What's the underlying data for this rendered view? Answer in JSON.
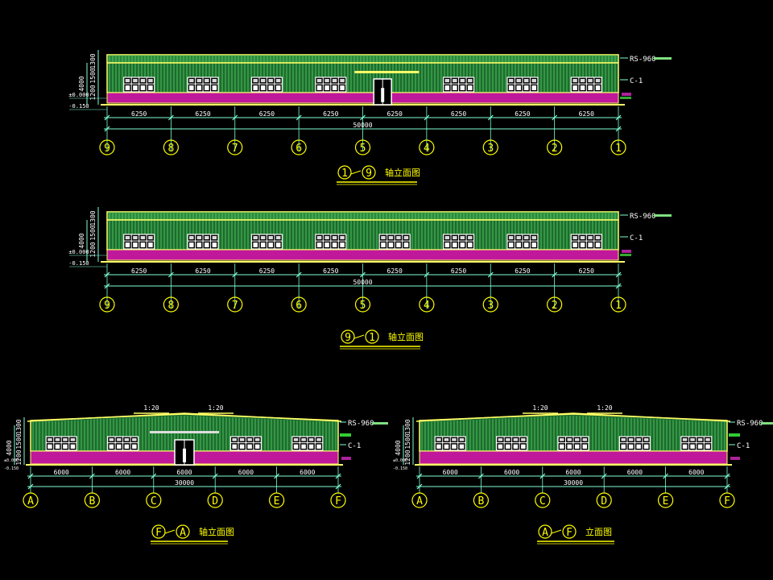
{
  "colors": {
    "background": "#000000",
    "wall_fill": "#1f6a2f",
    "wall_rib": "#47c75a",
    "outline": "#ffff66",
    "plinth": "#c0189b",
    "window": "#ffffff",
    "text": "#ffffff",
    "axis": "#ffff00",
    "dim": "#7fffd4"
  },
  "long_elevations": [
    {
      "title_from": "1",
      "title_to": "9",
      "title_text": "轴立面图",
      "axes": [
        "9",
        "8",
        "7",
        "6",
        "5",
        "4",
        "3",
        "2",
        "1"
      ],
      "bay_dims": [
        "6250",
        "6250",
        "6250",
        "6250",
        "6250",
        "6250",
        "6250",
        "6250"
      ],
      "total_dim": "50000",
      "has_door": true
    },
    {
      "title_from": "9",
      "title_to": "1",
      "title_text": "轴立面图",
      "axes": [
        "9",
        "8",
        "7",
        "6",
        "5",
        "4",
        "3",
        "2",
        "1"
      ],
      "bay_dims": [
        "6250",
        "6250",
        "6250",
        "6250",
        "6250",
        "6250",
        "6250",
        "6250"
      ],
      "total_dim": "50000",
      "has_door": false
    }
  ],
  "gable_elevations": [
    {
      "title_from": "F",
      "title_to": "A",
      "title_text": "轴立面图",
      "axes": [
        "A",
        "B",
        "C",
        "D",
        "E",
        "F"
      ],
      "bay_dims": [
        "6000",
        "6000",
        "6000",
        "6000",
        "6000"
      ],
      "total_dim": "30000",
      "slope_left": "1:20",
      "slope_right": "1:20",
      "has_door": true
    },
    {
      "title_from": "A",
      "title_to": "F",
      "title_text": "立面图",
      "axes": [
        "A",
        "B",
        "C",
        "D",
        "E",
        "F"
      ],
      "bay_dims": [
        "6000",
        "6000",
        "6000",
        "6000",
        "6000"
      ],
      "total_dim": "30000",
      "slope_left": "1:20",
      "slope_right": "1:20",
      "has_door": false
    }
  ],
  "annotations": {
    "roof_label": "RS-960",
    "window_label": "C-1",
    "height_total": "4000",
    "height_parts": [
      "1200",
      "1500",
      "1300"
    ],
    "level_top": "±0.000",
    "level_bottom": "-0.150"
  }
}
